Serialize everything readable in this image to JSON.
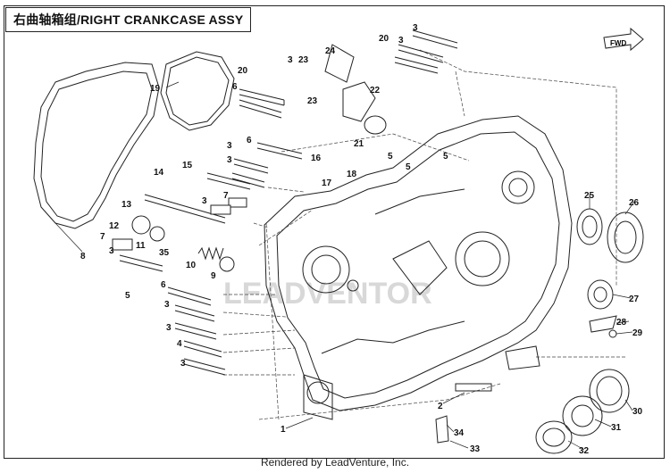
{
  "title": "右曲轴箱组/RIGHT CRANKCASE ASSY",
  "footer": "Rendered by LeadVenture, Inc.",
  "fwd_label": "FWD",
  "watermark": "LEADVENTOR",
  "callouts": [
    "1",
    "2",
    "3",
    "3",
    "3",
    "3",
    "3",
    "3",
    "3",
    "3",
    "3",
    "3",
    "4",
    "5",
    "5",
    "5",
    "5",
    "6",
    "6",
    "6",
    "7",
    "7",
    "8",
    "9",
    "10",
    "11",
    "12",
    "13",
    "14",
    "15",
    "16",
    "17",
    "18",
    "19",
    "20",
    "20",
    "21",
    "22",
    "23",
    "23",
    "24",
    "25",
    "26",
    "27",
    "28",
    "29",
    "30",
    "31",
    "32",
    "33",
    "34",
    "35"
  ]
}
